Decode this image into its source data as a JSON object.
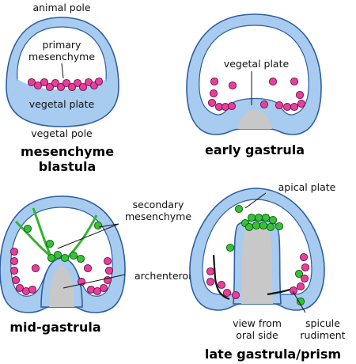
{
  "colors": {
    "shell_fill": "#a8cbf0",
    "shell_stroke": "#2e5f9e",
    "primary_mesenchyme": "#e63f9c",
    "secondary_mesenchyme": "#35c335",
    "archenteron": "#c8c8c8"
  },
  "panels": {
    "p1": {
      "title_line1": "mesenchyme",
      "title_line2": "blastula",
      "labels": {
        "animal_pole": "animal pole",
        "primary_line1": "primary",
        "primary_line2": "mesenchyme",
        "vegetal_plate": "vegetal plate",
        "vegetal_pole": "vegetal pole"
      }
    },
    "p2": {
      "title": "early gastrula",
      "labels": {
        "vegetal_plate": "vegetal plate"
      }
    },
    "p3": {
      "title": "mid-gastrula",
      "labels": {
        "secondary_line1": "secondary",
        "secondary_line2": "mesenchyme",
        "archenteron": "archenteron"
      }
    },
    "p4": {
      "title": "late gastrula/prism",
      "labels": {
        "apical_plate": "apical plate",
        "view_line1": "view from",
        "view_line2": "oral side",
        "spicule_line1": "spicule",
        "spicule_line2": "rudiment"
      }
    }
  }
}
